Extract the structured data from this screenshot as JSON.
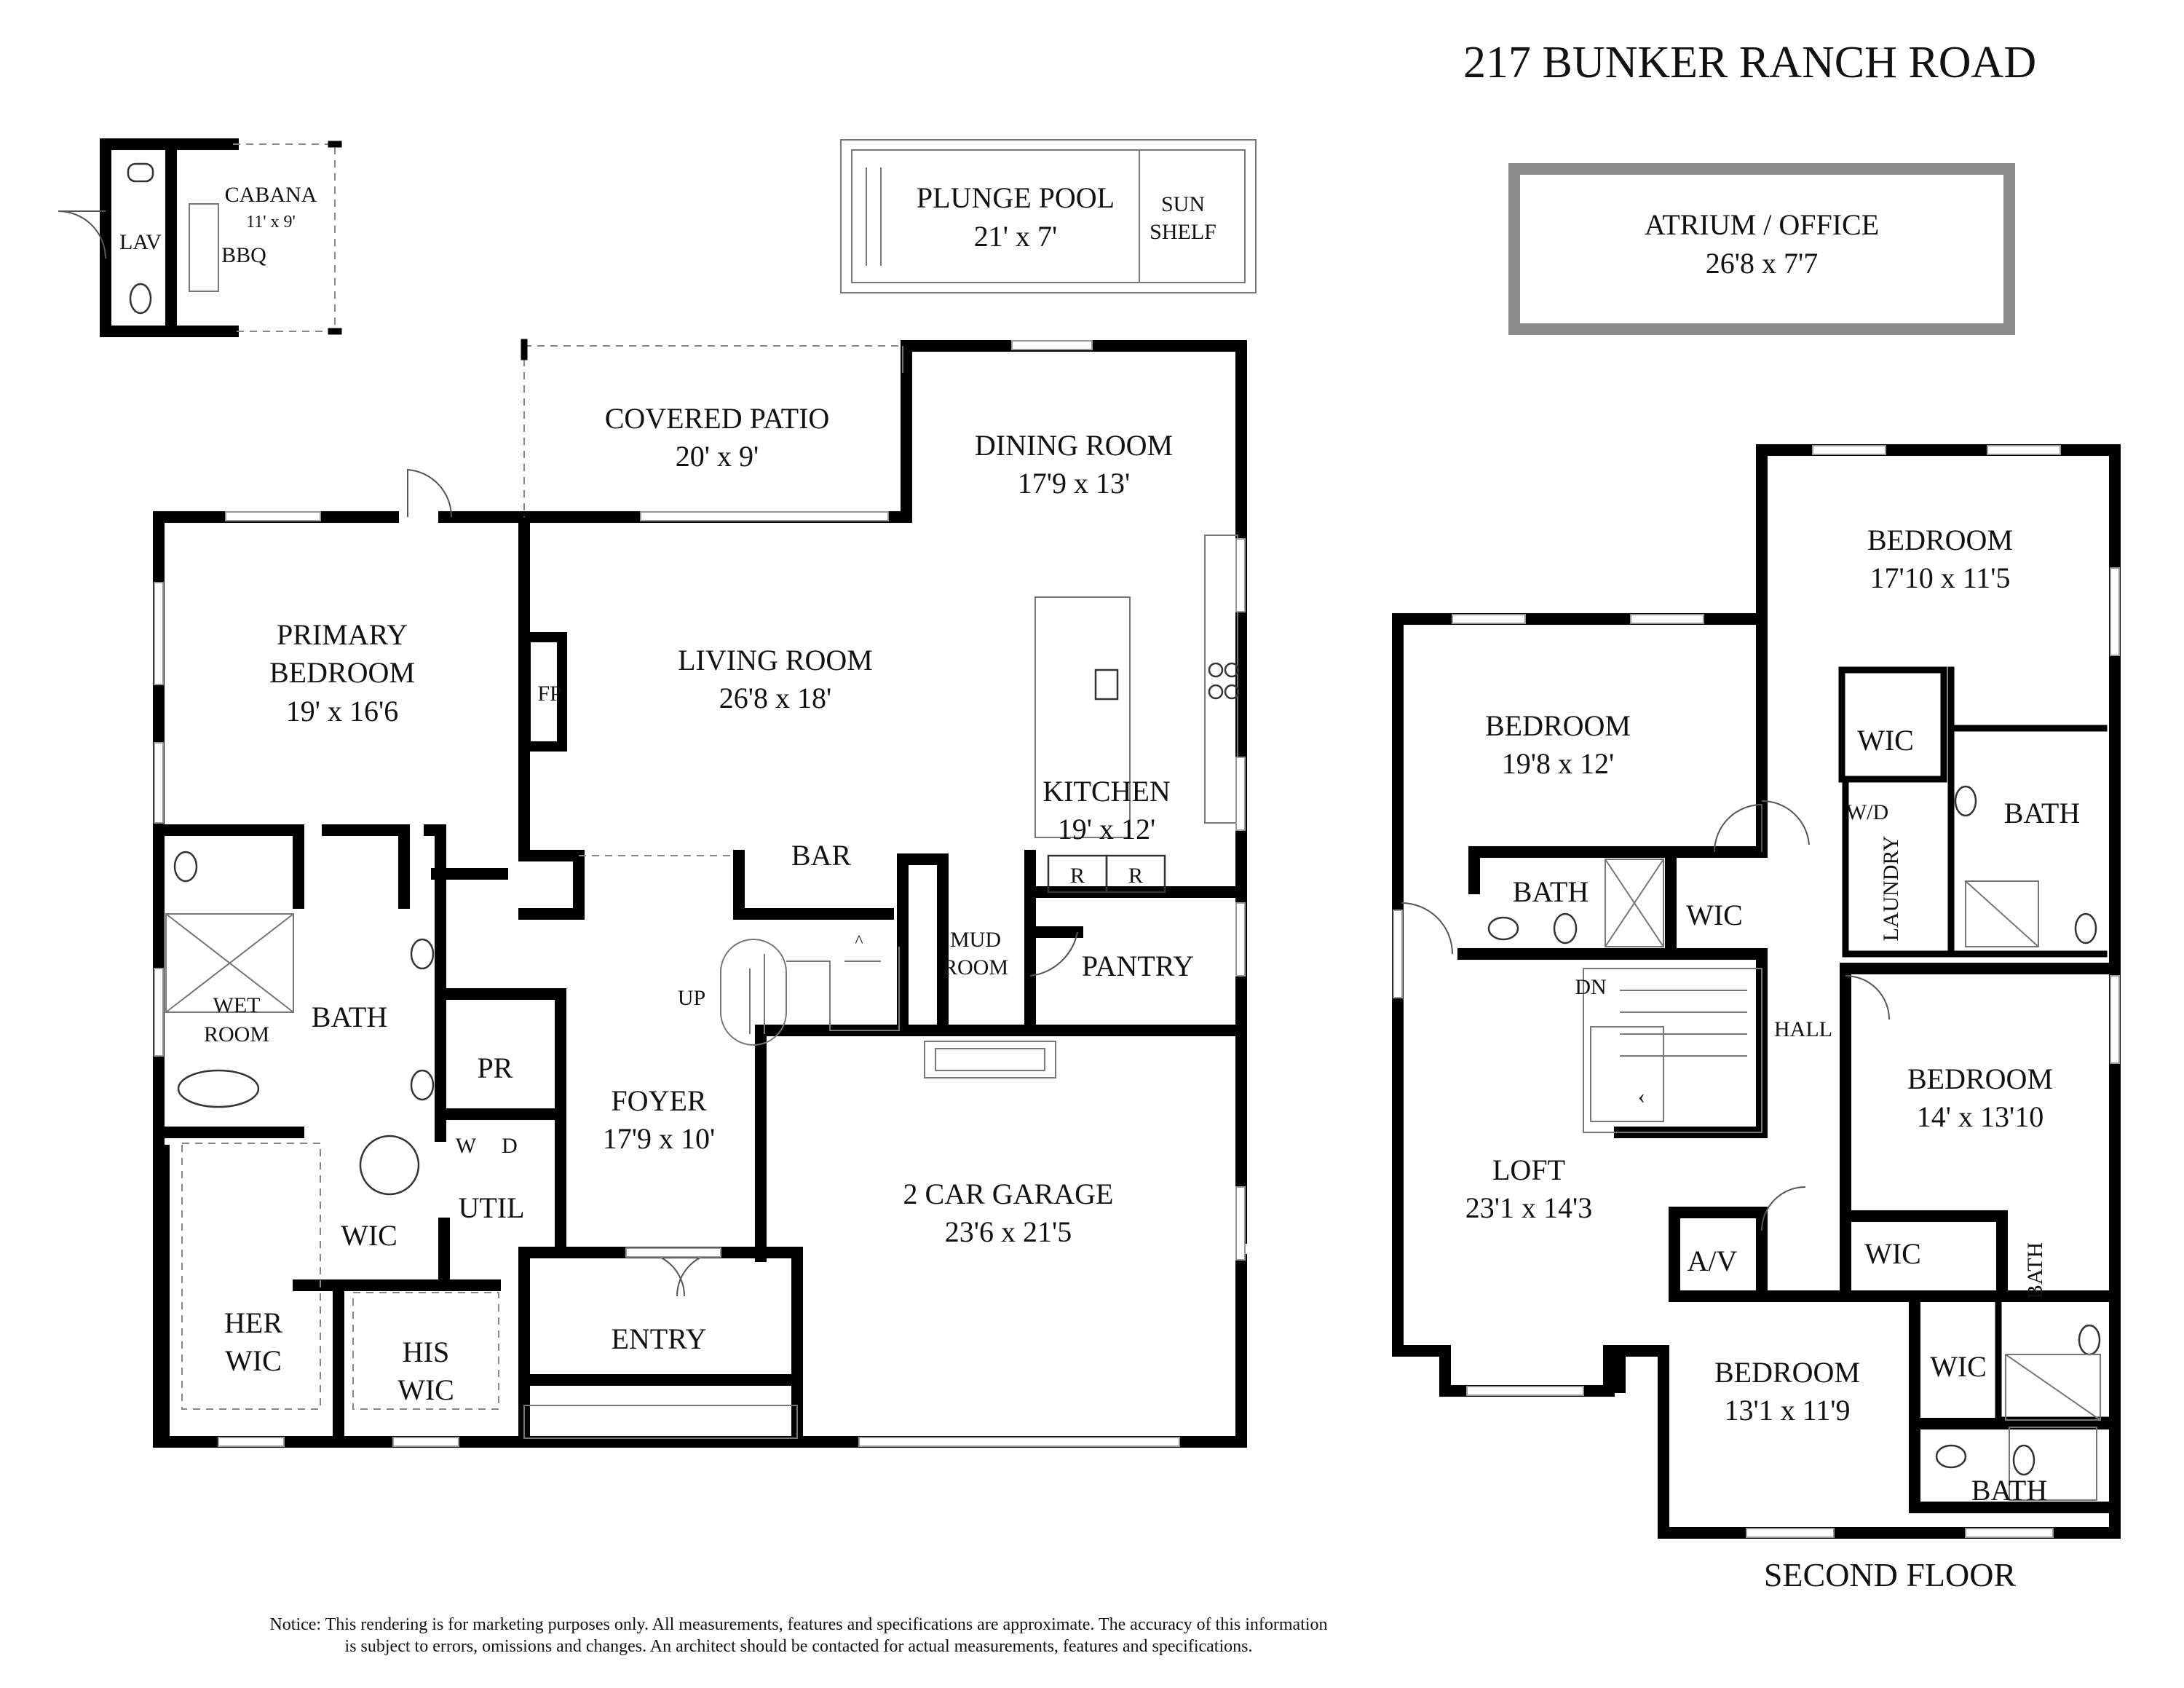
{
  "title": "217 BUNKER RANCH ROAD",
  "second_floor_label": "SECOND FLOOR",
  "notice": {
    "line1": "Notice: This rendering is for marketing purposes only. All measurements, features and specifications are approximate. The accuracy of this information",
    "line2": "is subject to errors, omissions and changes. An architect should be contacted for actual measurements, features and specifications."
  },
  "cabana": {
    "name": "CABANA",
    "dims": "11' x 9'",
    "lav": "LAV",
    "bbq": "BBQ"
  },
  "plunge_pool": {
    "name": "PLUNGE POOL",
    "dims": "21' x 7'",
    "sun1": "SUN",
    "sun2": "SHELF"
  },
  "atrium": {
    "name": "ATRIUM / OFFICE",
    "dims": "26'8 x 7'7"
  },
  "first_floor": {
    "covered_patio": {
      "name": "COVERED PATIO",
      "dims": "20' x 9'"
    },
    "dining_room": {
      "name": "DINING ROOM",
      "dims": "17'9 x 13'"
    },
    "primary_bedroom": {
      "line1": "PRIMARY",
      "line2": "BEDROOM",
      "dims": "19' x 16'6"
    },
    "living_room": {
      "name": "LIVING ROOM",
      "dims": "26'8 x 18'"
    },
    "fp": "FP",
    "kitchen": {
      "name": "KITCHEN",
      "dims": "19' x 12'"
    },
    "bar": "BAR",
    "r1": "R",
    "r2": "R",
    "mud_room": {
      "line1": "MUD",
      "line2": "ROOM"
    },
    "pantry": "PANTRY",
    "up": "UP",
    "wet_room": {
      "line1": "WET",
      "line2": "ROOM"
    },
    "bath": "BATH",
    "pr": "PR",
    "w": "W",
    "d": "D",
    "util": "UTIL",
    "foyer": {
      "name": "FOYER",
      "dims": "17'9 x 10'"
    },
    "garage": {
      "name": "2 CAR GARAGE",
      "dims": "23'6 x 21'5"
    },
    "wic": "WIC",
    "her_wic": {
      "line1": "HER",
      "line2": "WIC"
    },
    "his_wic": {
      "line1": "HIS",
      "line2": "WIC"
    },
    "entry": "ENTRY"
  },
  "second_floor": {
    "bedroom_top": {
      "name": "BEDROOM",
      "dims": "17'10 x 11'5"
    },
    "bedroom_left": {
      "name": "BEDROOM",
      "dims": "19'8 x 12'"
    },
    "wic_top": "WIC",
    "bath_top_right": "BATH",
    "wd": "W/D",
    "laundry": "LAUNDRY",
    "bath_left": "BATH",
    "wic_left": "WIC",
    "dn": "DN",
    "hall": "HALL",
    "bedroom_mid": {
      "name": "BEDROOM",
      "dims": "14' x 13'10"
    },
    "loft": {
      "name": "LOFT",
      "dims": "23'1 x 14'3"
    },
    "av": "A/V",
    "wic_mid": "WIC",
    "bath_vertical": "BATH",
    "bedroom_bottom": {
      "name": "BEDROOM",
      "dims": "13'1 x 11'9"
    },
    "wic_bottom": "WIC",
    "bath_bottom": "BATH"
  }
}
